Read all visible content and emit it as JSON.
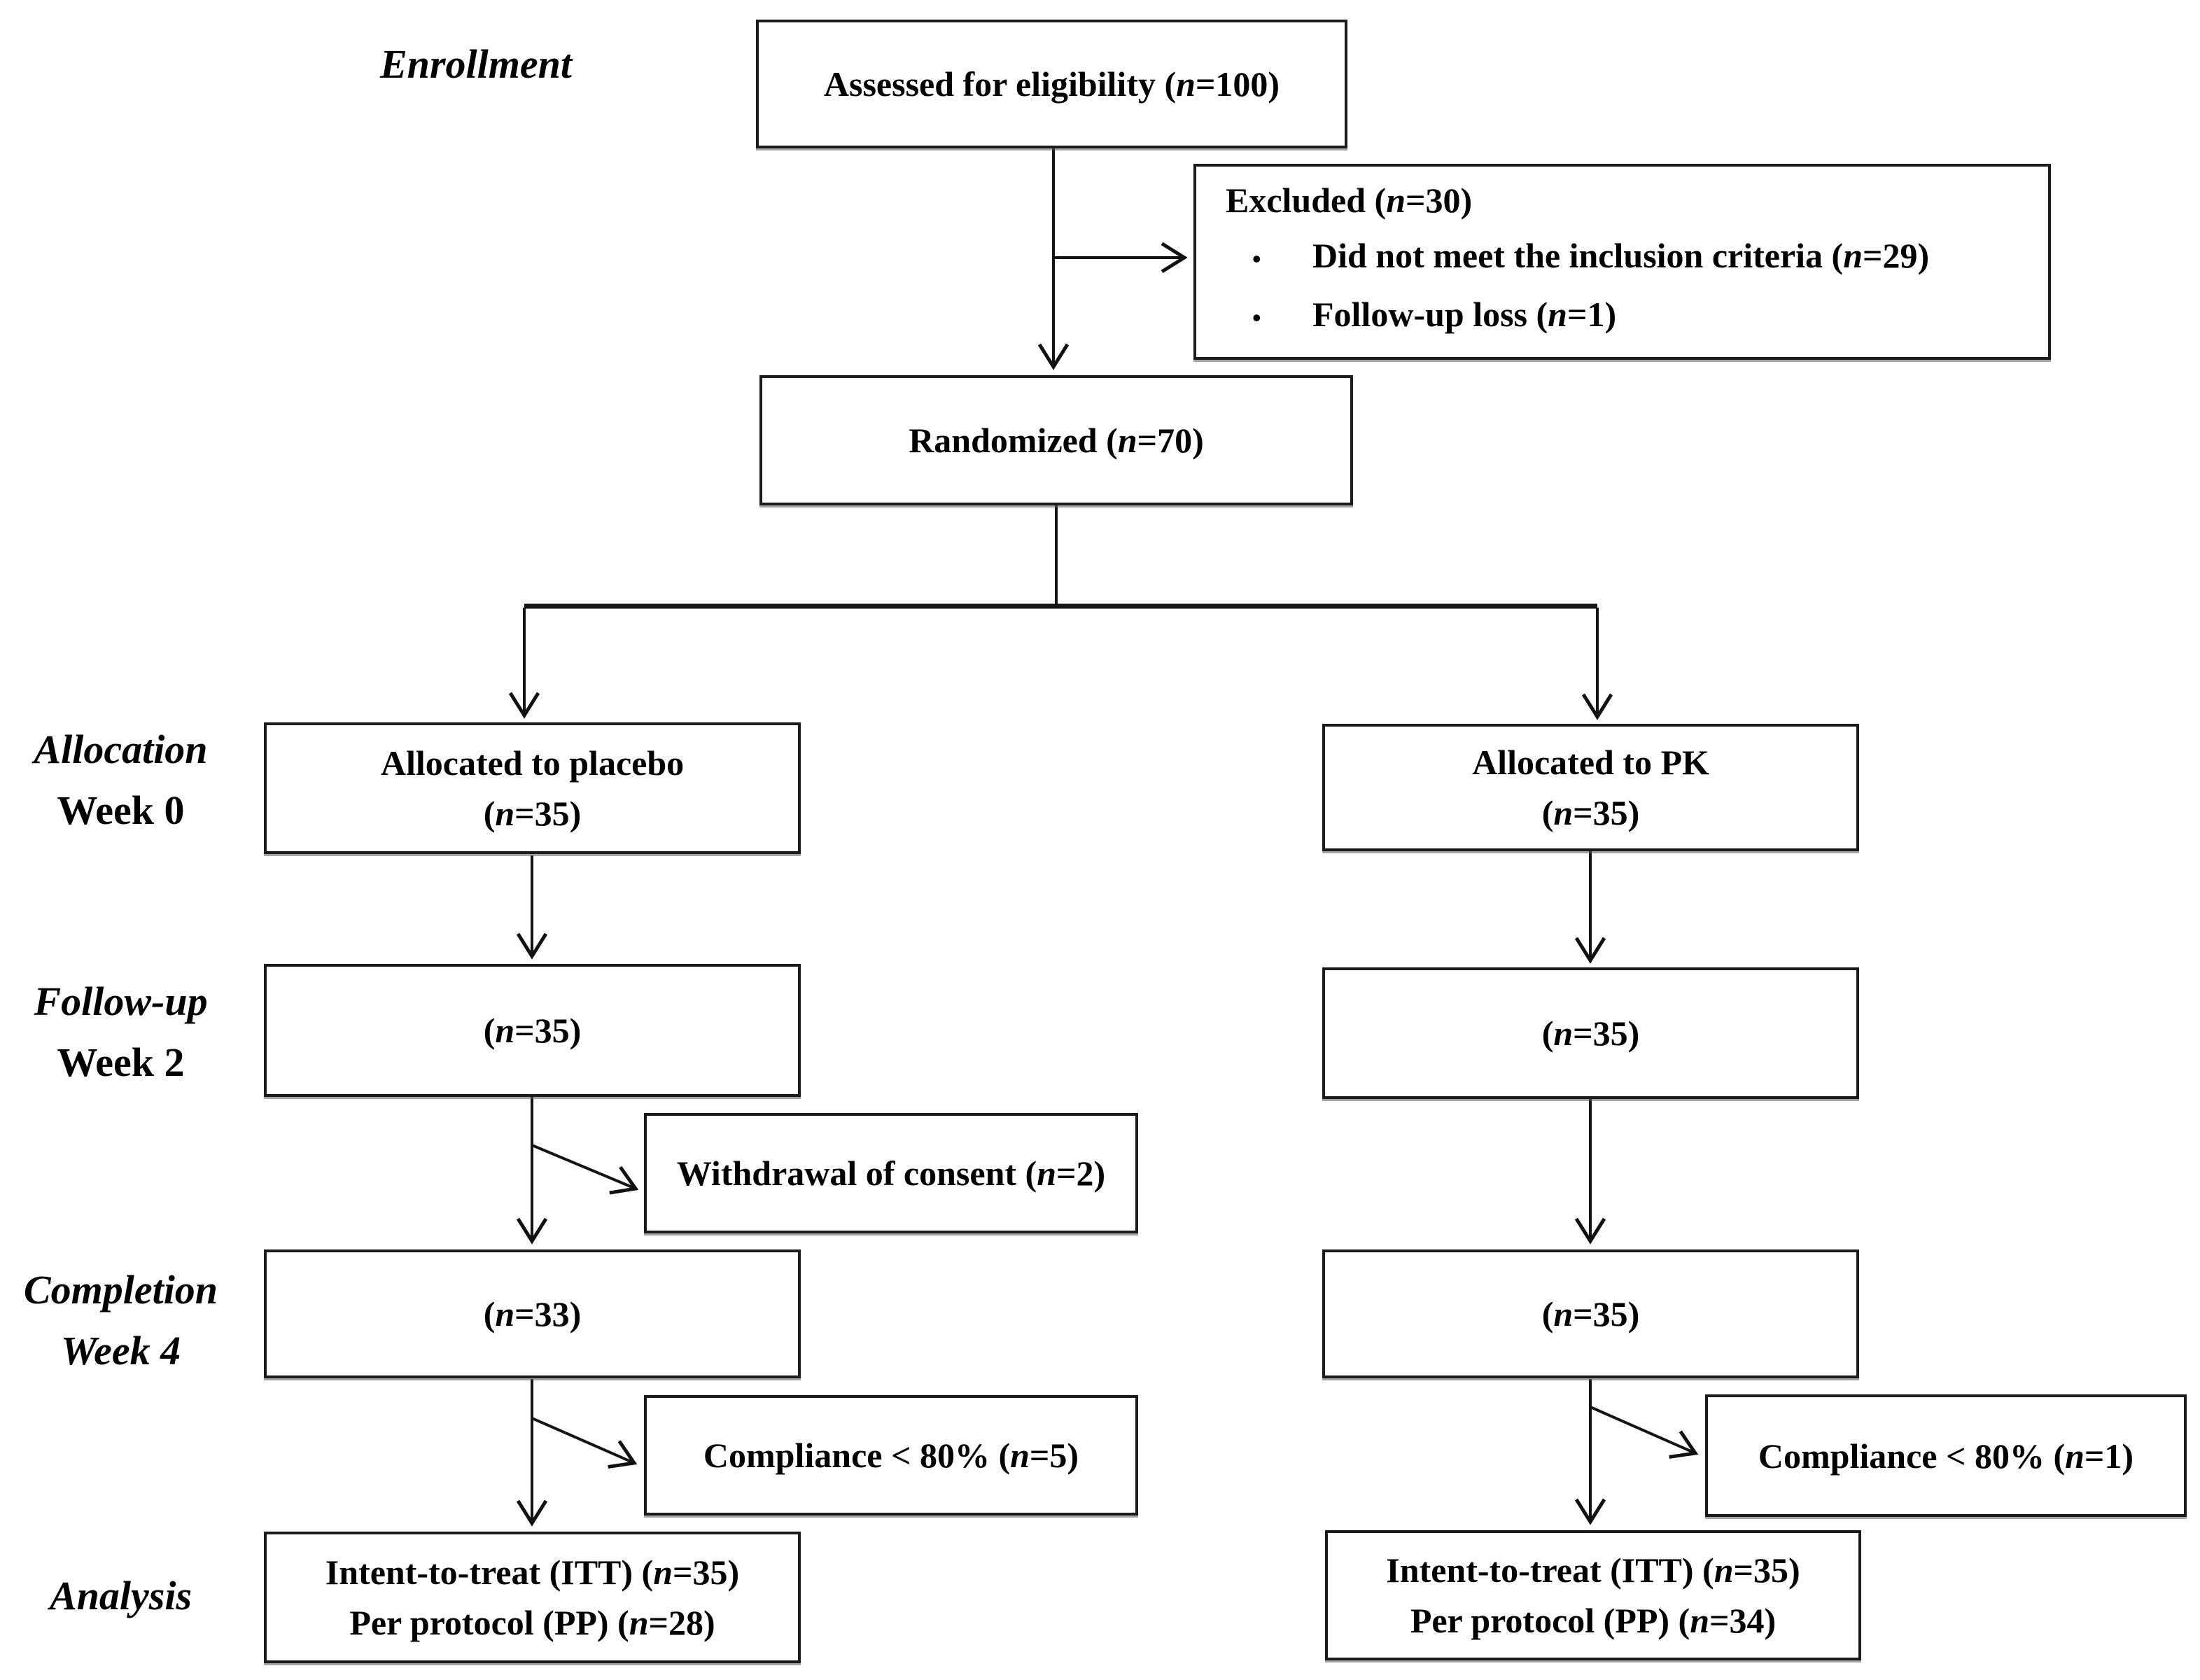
{
  "figure": {
    "background": "#ffffff",
    "ink": "#000000",
    "border_color": "#1b1b1b"
  },
  "stages": {
    "enrollment": "Enrollment",
    "allocation": [
      "Allocation",
      "Week 0"
    ],
    "followup": [
      "Follow-up",
      "Week 2"
    ],
    "completion": [
      "Completion",
      "Week 4"
    ],
    "analysis": "Analysis"
  },
  "boxes": {
    "assessed": "Assessed for eligibility (n=100)",
    "excluded": {
      "title": "Excluded (n=30)",
      "items": [
        "Did not meet the inclusion criteria (n=29)",
        "Follow-up loss (n=1)"
      ]
    },
    "randomized": "Randomized (n=70)",
    "allocated_placebo": [
      "Allocated to placebo",
      "(n=35)"
    ],
    "allocated_pk": [
      "Allocated to PK",
      "(n=35)"
    ],
    "followup_placebo": "(n=35)",
    "followup_pk": "(n=35)",
    "withdrawal": "Withdrawal of consent (n=2)",
    "completion_placebo": "(n=33)",
    "completion_pk": "(n=35)",
    "compliance_placebo": "Compliance < 80% (n=5)",
    "compliance_pk": "Compliance < 80% (n=1)",
    "analysis_placebo": [
      "Intent-to-treat (ITT) (n=35)",
      "Per protocol (PP) (n=28)"
    ],
    "analysis_pk": [
      "Intent-to-treat (ITT) (n=35)",
      "Per protocol (PP) (n=34)"
    ]
  }
}
